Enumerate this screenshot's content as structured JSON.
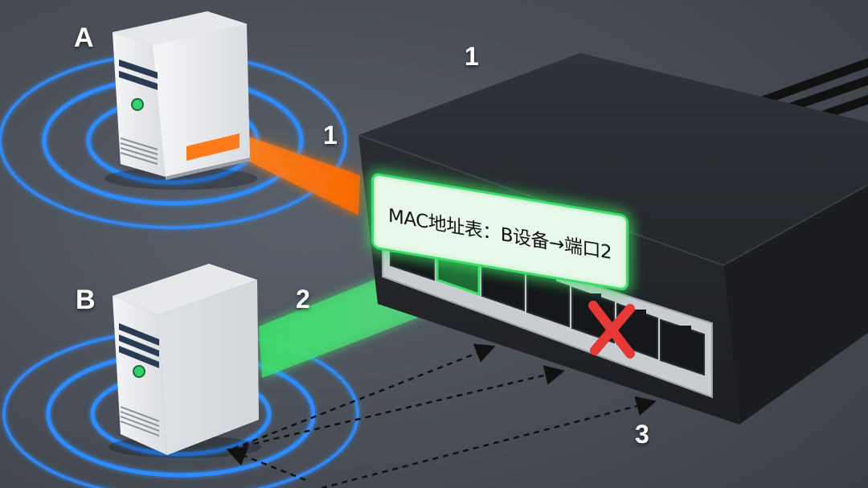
{
  "labels": {
    "device_a": "A",
    "device_b": "B",
    "top_marker": "1",
    "path_1": "1",
    "path_2": "2",
    "path_3": "3"
  },
  "mac_table": {
    "text": "MAC地址表：B设备→端口2"
  },
  "switch": {
    "port_count": 7,
    "blocked_port_marker": "red-x-icon"
  },
  "colors": {
    "background": "#4a4f57",
    "signal_rings": "#2f8cff",
    "path_a": "#ff7a1a",
    "path_b": "#3ddc6a",
    "mac_table_glow": "#3ddc6a",
    "blocked_mark": "#e53935",
    "dashed_arrows": "#111111"
  }
}
